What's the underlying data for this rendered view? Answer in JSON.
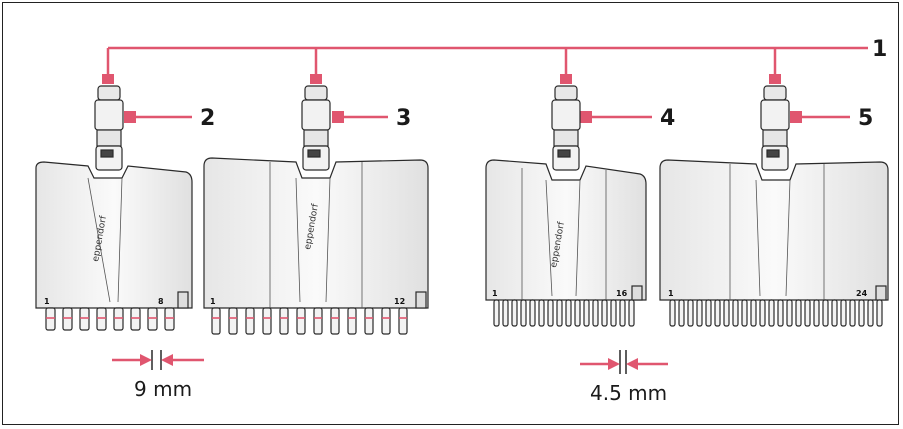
{
  "callouts": {
    "c1": "1",
    "c2": "2",
    "c3": "3",
    "c4": "4",
    "c5": "5"
  },
  "dimensions": {
    "spacing_9": "9 mm",
    "spacing_4_5": "4.5 mm"
  },
  "heads": [
    {
      "brand": "eppendorf",
      "first_channel": "1",
      "last_channel": "8"
    },
    {
      "brand": "eppendorf",
      "first_channel": "1",
      "last_channel": "12"
    },
    {
      "brand": "eppendorf",
      "first_channel": "1",
      "last_channel": "16"
    },
    {
      "brand": "",
      "first_channel": "1",
      "last_channel": "24"
    }
  ],
  "colors": {
    "leader": "#e0566f",
    "outline": "#2a2a2a",
    "body": "#f4f4f4"
  }
}
